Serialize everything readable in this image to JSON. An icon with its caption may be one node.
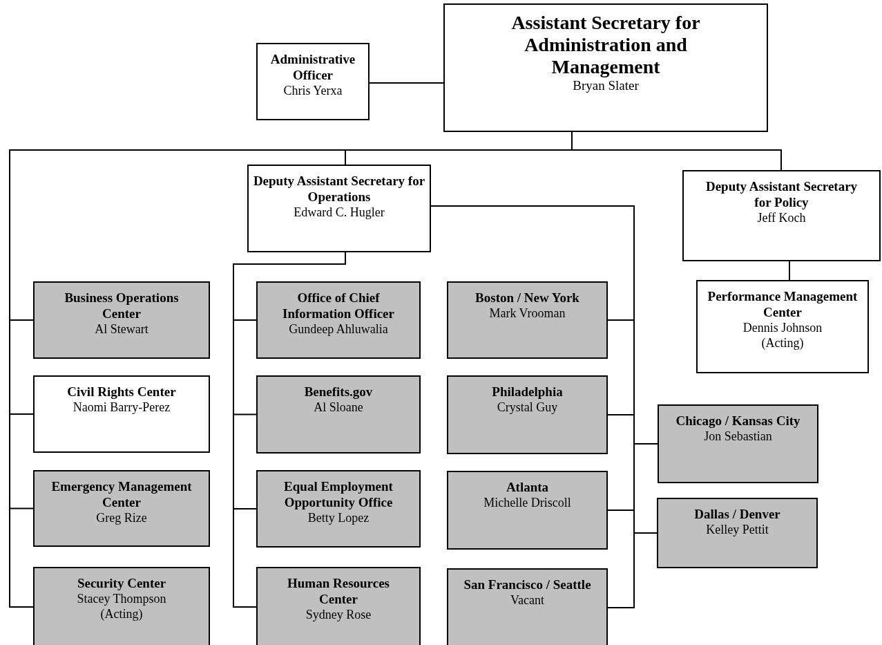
{
  "diagram": {
    "nodes": [
      {
        "text": [
          "Assistant Secretary for Administration and Management",
          "Bryan Slater"
        ]
      },
      {
        "text": [
          "Administrative Officer",
          "Chris Yerxa"
        ]
      },
      {
        "text": [
          "Deputy Assistant Secretary for Operations",
          "Edward C. Hugler"
        ]
      },
      {
        "text": [
          "Deputy Assistant Secretary for Policy",
          "Jeff Koch"
        ]
      },
      {
        "text": [
          "Business Operations Center",
          "Al Stewart"
        ]
      },
      {
        "text": [
          "Civil Rights Center",
          "Naomi Barry-Perez"
        ]
      },
      {
        "text": [
          "Emergency Management Center",
          "Greg Rize"
        ]
      },
      {
        "text": [
          "Security Center",
          "Stacey Thompson",
          "(Acting)"
        ]
      },
      {
        "text": [
          "Office of Chief Information Officer",
          "Gundeep Ahluwalia"
        ]
      },
      {
        "text": [
          "Benefits.gov",
          "Al Sloane"
        ]
      },
      {
        "text": [
          "Equal Employment Opportunity Office",
          "Betty Lopez"
        ]
      },
      {
        "text": [
          "Human Resources Center",
          "Sydney Rose"
        ]
      },
      {
        "text": [
          "Boston / New York",
          "Mark Vrooman"
        ]
      },
      {
        "text": [
          "Philadelphia",
          "Crystal Guy"
        ]
      },
      {
        "text": [
          "Atlanta",
          "Michelle Driscoll"
        ]
      },
      {
        "text": [
          "San Francisco / Seattle",
          "Vacant"
        ]
      },
      {
        "text": [
          "Performance Management Center",
          "Dennis Johnson",
          "(Acting)"
        ]
      },
      {
        "text": [
          "Chicago / Kansas City",
          "Jon Sebastian"
        ]
      },
      {
        "text": [
          "Dallas / Denver",
          "Kelley Pettit"
        ]
      }
    ],
    "edges": [
      {
        "from": 0,
        "to": 1,
        "arrow": "none"
      },
      {
        "from": 0,
        "to": 2,
        "arrow": "none"
      },
      {
        "from": 0,
        "to": 3,
        "arrow": "none"
      },
      {
        "from": 0,
        "to": 4,
        "arrow": "none"
      },
      {
        "from": 0,
        "to": 5,
        "arrow": "none"
      },
      {
        "from": 0,
        "to": 6,
        "arrow": "none"
      },
      {
        "from": 0,
        "to": 7,
        "arrow": "none"
      },
      {
        "from": 2,
        "to": 8,
        "arrow": "none"
      },
      {
        "from": 2,
        "to": 9,
        "arrow": "none"
      },
      {
        "from": 2,
        "to": 10,
        "arrow": "none"
      },
      {
        "from": 2,
        "to": 11,
        "arrow": "none"
      },
      {
        "from": 2,
        "to": 12,
        "arrow": "none"
      },
      {
        "from": 2,
        "to": 13,
        "arrow": "none"
      },
      {
        "from": 2,
        "to": 14,
        "arrow": "none"
      },
      {
        "from": 2,
        "to": 15,
        "arrow": "none"
      },
      {
        "from": 2,
        "to": 17,
        "arrow": "none"
      },
      {
        "from": 2,
        "to": 18,
        "arrow": "none"
      },
      {
        "from": 3,
        "to": 16,
        "arrow": "none"
      }
    ]
  }
}
